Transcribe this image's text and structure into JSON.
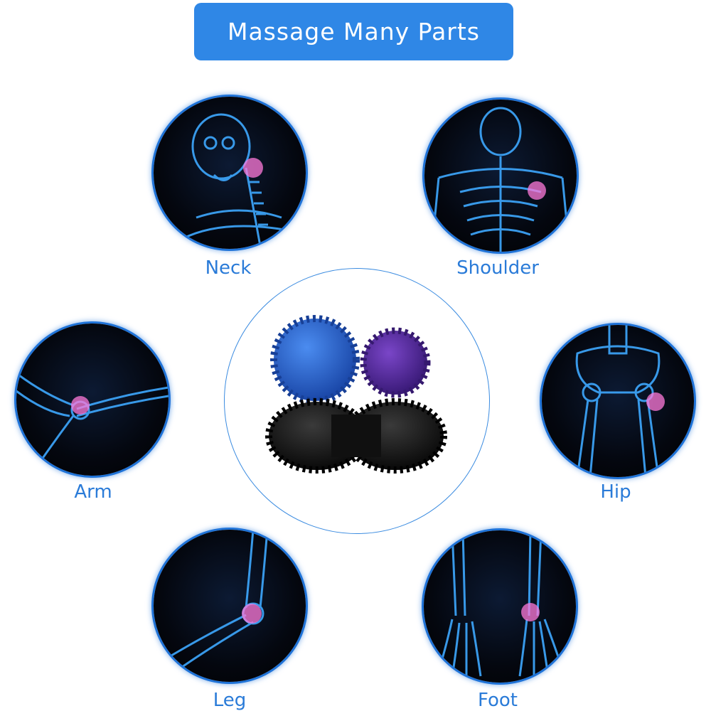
{
  "title": "Massage Many Parts",
  "parts": {
    "neck": "Neck",
    "shoulder": "Shoulder",
    "arm": "Arm",
    "hip": "Hip",
    "leg": "Leg",
    "foot": "Foot"
  },
  "colors": {
    "banner": "#2f87e6",
    "label": "#2a7bd8",
    "ring": "#1f73d8",
    "skeleton": "#3fa9ff",
    "pain_spot": "#ff7ad9",
    "ball_blue": "#1f5fd0",
    "ball_purple": "#5a2aa8",
    "ball_black": "#111111"
  },
  "icons": [
    "skeleton-neck-image",
    "skeleton-shoulder-image",
    "skeleton-arm-image",
    "skeleton-hip-image",
    "skeleton-leg-image",
    "skeleton-foot-image",
    "spiky-massage-balls-image"
  ]
}
